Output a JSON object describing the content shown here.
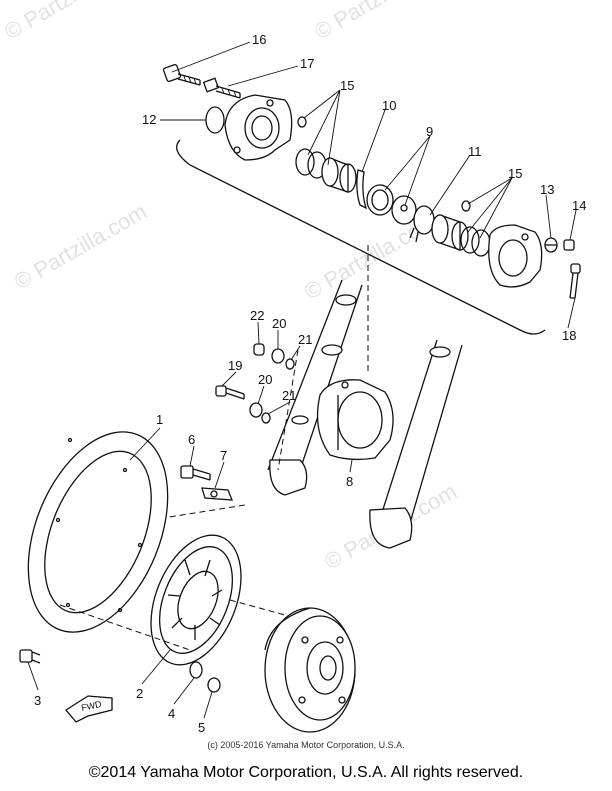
{
  "watermark": "© Partzilla.com",
  "fwd_label": "FWD",
  "inner_copyright": "(c) 2005-2016 Yamaha Motor Corporation, U.S.A.",
  "footer_copyright": "©2014 Yamaha Motor Corporation, U.S.A. All rights reserved.",
  "callouts": [
    "1",
    "2",
    "3",
    "4",
    "5",
    "6",
    "7",
    "8",
    "9",
    "10",
    "11",
    "12",
    "13",
    "14",
    "15",
    "16",
    "17",
    "18",
    "19",
    "20",
    "21",
    "22"
  ]
}
